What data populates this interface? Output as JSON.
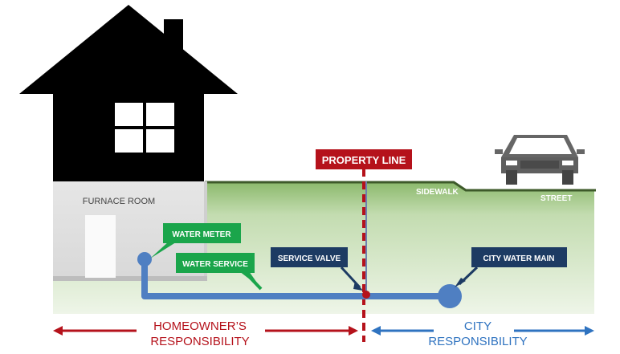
{
  "labels": {
    "property_line": "PROPERTY LINE",
    "furnace_room": "FURNACE ROOM",
    "sidewalk": "SIDEWALK",
    "street": "STREET",
    "water_meter": "WATER METER",
    "water_service": "WATER SERVICE",
    "service_valve": "SERVICE VALVE",
    "city_water_main": "CITY WATER MAIN"
  },
  "responsibility": {
    "homeowner_line1": "HOMEOWNER’S",
    "homeowner_line2": "RESPONSIBILITY",
    "city_line1": "CITY",
    "city_line2": "RESPONSIBILITY"
  },
  "colors": {
    "house": "#000000",
    "ground_top": "#8ab86a",
    "ground_bottom": "#e9f3e2",
    "foundation": "#e0e0e0",
    "pipe": "#4f7fc2",
    "green_callout": "#1aa54b",
    "navy_callout": "#1d3b63",
    "property_red": "#b5121b",
    "homeowner_red": "#b5121b",
    "city_blue": "#2f73c0"
  },
  "icons": [
    "house-icon",
    "car-icon"
  ]
}
